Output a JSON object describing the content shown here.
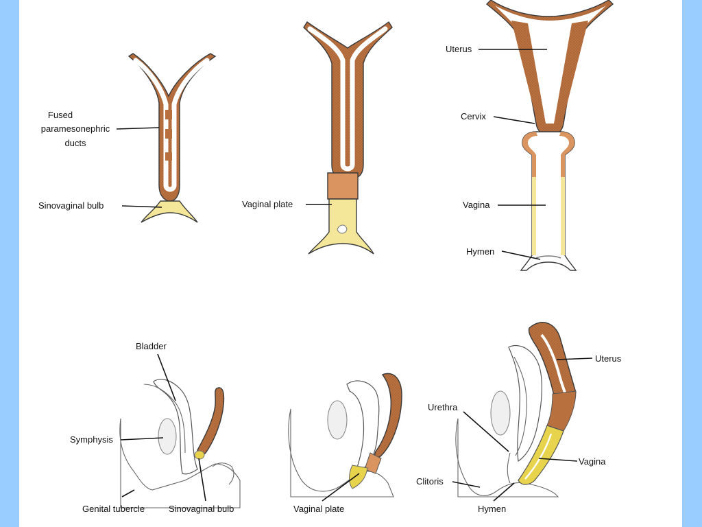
{
  "colors": {
    "side_bar": "#99CCFF",
    "tissue_brown": "#B8703F",
    "tissue_light_brown": "#D9945F",
    "tissue_yellow": "#F4E79A",
    "tissue_yellow_dark": "#E7D34C",
    "lumen_white": "#FFFFFF",
    "stipple": "#F3F3F3"
  },
  "frontal_views": {
    "stage1": {
      "label_fused": [
        "Fused",
        "paramesonephric",
        "ducts"
      ],
      "label_bulb": "Sinovaginal bulb"
    },
    "stage2": {
      "label_plate": "Vaginal plate"
    },
    "stage3": {
      "label_uterus": "Uterus",
      "label_cervix": "Cervix",
      "label_vagina": "Vagina",
      "label_hymen": "Hymen"
    }
  },
  "sagittal_views": {
    "stage1": {
      "label_bladder": "Bladder",
      "label_symphysis": "Symphysis",
      "label_genital_tubercle": "Genital tubercle",
      "label_bulb": "Sinovaginal bulb"
    },
    "stage2": {
      "label_plate": "Vaginal plate"
    },
    "stage3": {
      "label_uterus": "Uterus",
      "label_urethra": "Urethra",
      "label_vagina": "Vagina",
      "label_clitoris": "Clitoris",
      "label_hymen": "Hymen"
    }
  }
}
